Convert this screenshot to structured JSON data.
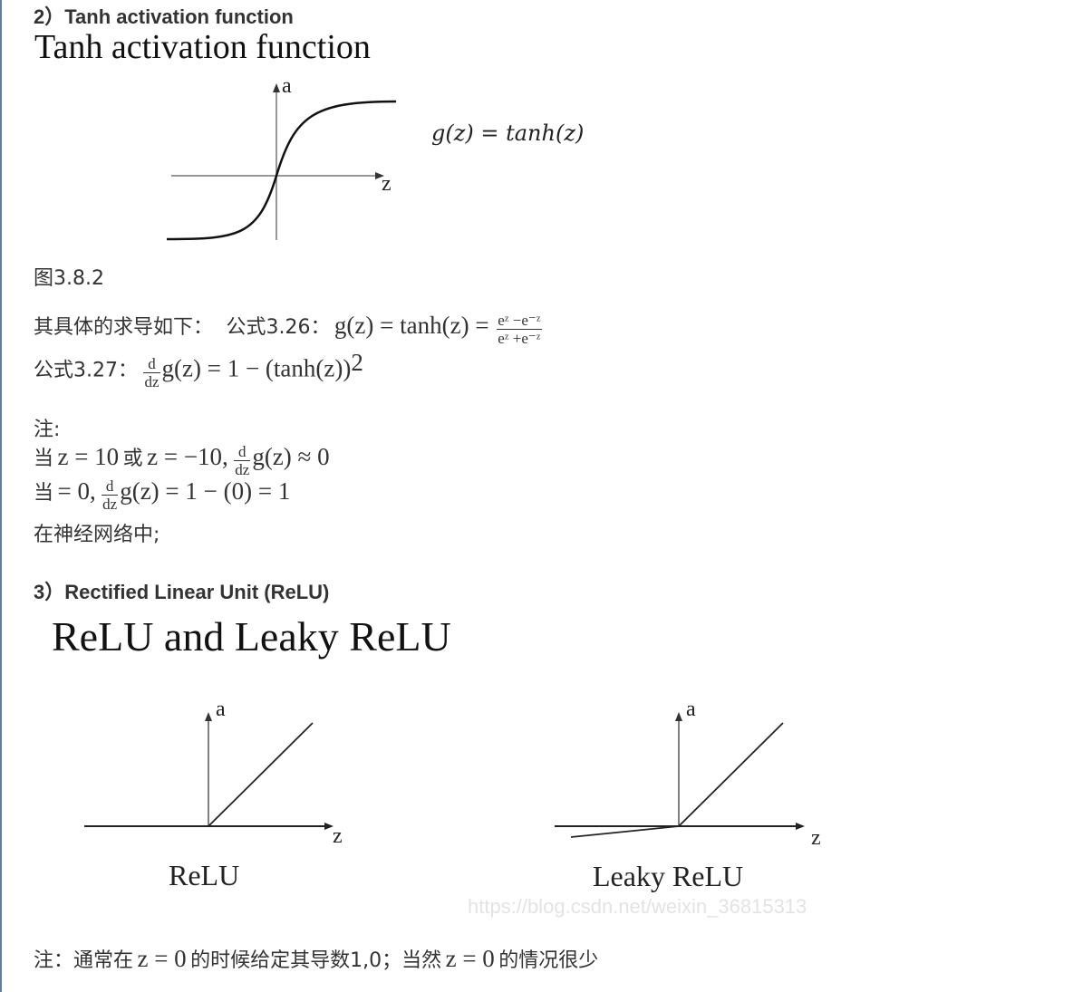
{
  "section2": {
    "heading": "2）Tanh activation function",
    "figure_title": "Tanh activation function",
    "axis_a": "a",
    "axis_z": "z",
    "formula": "g(z) = tanh(z)",
    "caption": "图3.8.2"
  },
  "derivation": {
    "intro": "其具体的求导如下：",
    "f326_label": "公式3.26：",
    "f326_lhs": "g(z) = tanh(z) = ",
    "f326_num": "eᶻ −e⁻ᶻ",
    "f326_den": "eᶻ +e⁻ᶻ",
    "f327_label": "公式3.27：",
    "d_num": "d",
    "d_den": "dz",
    "f327_rhs": "g(z) = 1 − (tanh(z))",
    "f327_exp": "2"
  },
  "notes": {
    "label": "注:",
    "line1_when": "当",
    "line1_cond": "z = 10",
    "line1_or": "或",
    "line1_cond2": "z = −10,",
    "line1_rhs": "g(z) ≈ 0",
    "line2_when": "当",
    "line2_cond": "= 0,",
    "line2_rhs": "g(z) = 1 − (0) = 1",
    "line3": "在神经网络中;"
  },
  "section3": {
    "heading": "3）Rectified Linear Unit (ReLU)",
    "figure_title": "ReLU and Leaky ReLU",
    "relu_axis_a": "a",
    "relu_axis_z": "z",
    "relu_label": "ReLU",
    "leaky_axis_a": "a",
    "leaky_axis_z": "z",
    "leaky_label": "Leaky ReLU",
    "watermark": "https://blog.csdn.net/weixin_36815313"
  },
  "footer_note": {
    "prefix": "注：通常在",
    "cond1": "z = 0",
    "middle": "的时候给定其导数1,0；当然",
    "cond2": "z = 0",
    "suffix": "的情况很少"
  }
}
